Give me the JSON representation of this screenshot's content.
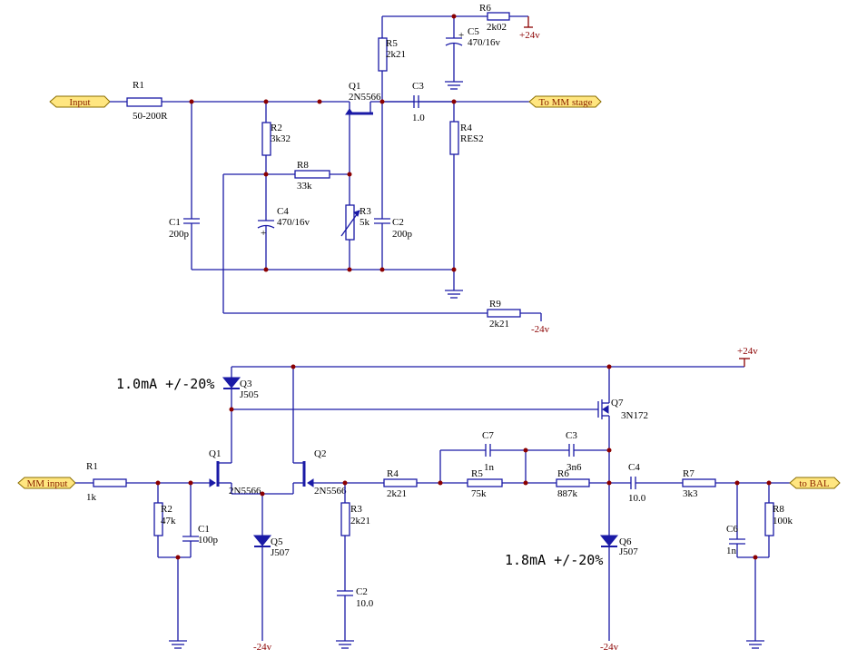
{
  "top": {
    "ports": {
      "input": "Input",
      "output": "To MM stage"
    },
    "R1": {
      "ref": "R1",
      "value": "50-200R"
    },
    "R2": {
      "ref": "R2",
      "value": "3k32"
    },
    "R3": {
      "ref": "R3",
      "value": "5k"
    },
    "R4": {
      "ref": "R4",
      "value": "RES2"
    },
    "R5": {
      "ref": "R5",
      "value": "2k21"
    },
    "R6": {
      "ref": "R6",
      "value": "2k02"
    },
    "R8": {
      "ref": "R8",
      "value": "33k"
    },
    "R9": {
      "ref": "R9",
      "value": "2k21"
    },
    "C1": {
      "ref": "C1",
      "value": "200p"
    },
    "C2": {
      "ref": "C2",
      "value": "200p"
    },
    "C3": {
      "ref": "C3",
      "value": "1.0"
    },
    "C4": {
      "ref": "C4",
      "value": "470/16v"
    },
    "C5": {
      "ref": "C5",
      "value": "470/16v"
    },
    "Q1": {
      "ref": "Q1",
      "value": "2N5566"
    },
    "plus24": "+24v",
    "minus24": "-24v"
  },
  "bottom": {
    "ports": {
      "input": "MM input",
      "output": "to BAL"
    },
    "annot_q3": "1.0mA +/-20%",
    "annot_q6": "1.8mA +/-20%",
    "R1": {
      "ref": "R1",
      "value": "1k"
    },
    "R2": {
      "ref": "R2",
      "value": "47k"
    },
    "R3": {
      "ref": "R3",
      "value": "2k21"
    },
    "R4": {
      "ref": "R4",
      "value": "2k21"
    },
    "R5": {
      "ref": "R5",
      "value": "75k"
    },
    "R6": {
      "ref": "R6",
      "value": "887k"
    },
    "R7": {
      "ref": "R7",
      "value": "3k3"
    },
    "R8": {
      "ref": "R8",
      "value": "100k"
    },
    "C1": {
      "ref": "C1",
      "value": "100p"
    },
    "C2": {
      "ref": "C2",
      "value": "10.0"
    },
    "C3": {
      "ref": "C3",
      "value": "3n6"
    },
    "C4": {
      "ref": "C4",
      "value": "10.0"
    },
    "C6": {
      "ref": "C6",
      "value": "1n"
    },
    "C7": {
      "ref": "C7",
      "value": "1n"
    },
    "Q1": {
      "ref": "Q1",
      "value": "2N5566"
    },
    "Q2": {
      "ref": "Q2",
      "value": "2N5566"
    },
    "Q3": {
      "ref": "Q3",
      "value": "J505"
    },
    "Q5": {
      "ref": "Q5",
      "value": "J507"
    },
    "Q6": {
      "ref": "Q6",
      "value": "J507"
    },
    "Q7": {
      "ref": "Q7",
      "value": "3N172"
    },
    "plus24": "+24v",
    "minus24_q5": "-24v",
    "minus24_q6": "-24v"
  },
  "colors": {
    "wire": "#1a1aa6",
    "junction": "#8b0000",
    "port_fill": "#ffe680",
    "power": "#8b0000"
  }
}
